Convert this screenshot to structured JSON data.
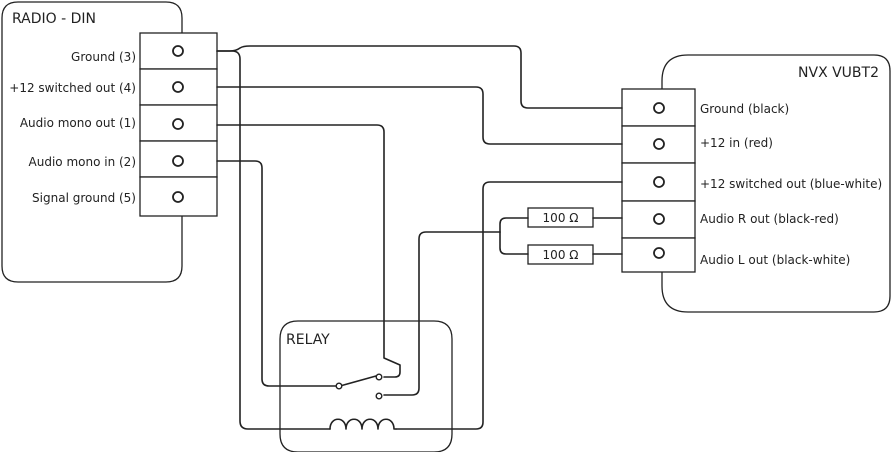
{
  "radio": {
    "title": "RADIO - DIN",
    "pins": [
      {
        "label": "Ground (3)"
      },
      {
        "label": "+12 switched out (4)"
      },
      {
        "label": "Audio mono out (1)"
      },
      {
        "label": "Audio mono in (2)"
      },
      {
        "label": "Signal ground (5)"
      }
    ]
  },
  "nvx": {
    "title": "NVX VUBT2",
    "pins": [
      {
        "label": "Ground (black)"
      },
      {
        "label": "+12 in (red)"
      },
      {
        "label": "+12 switched out (blue-white)"
      },
      {
        "label": "Audio R out (black-red)"
      },
      {
        "label": "Audio L out (black-white)"
      }
    ]
  },
  "resistors": [
    {
      "label": "100 Ω"
    },
    {
      "label": "100 Ω"
    }
  ],
  "relay": {
    "title": "RELAY"
  }
}
